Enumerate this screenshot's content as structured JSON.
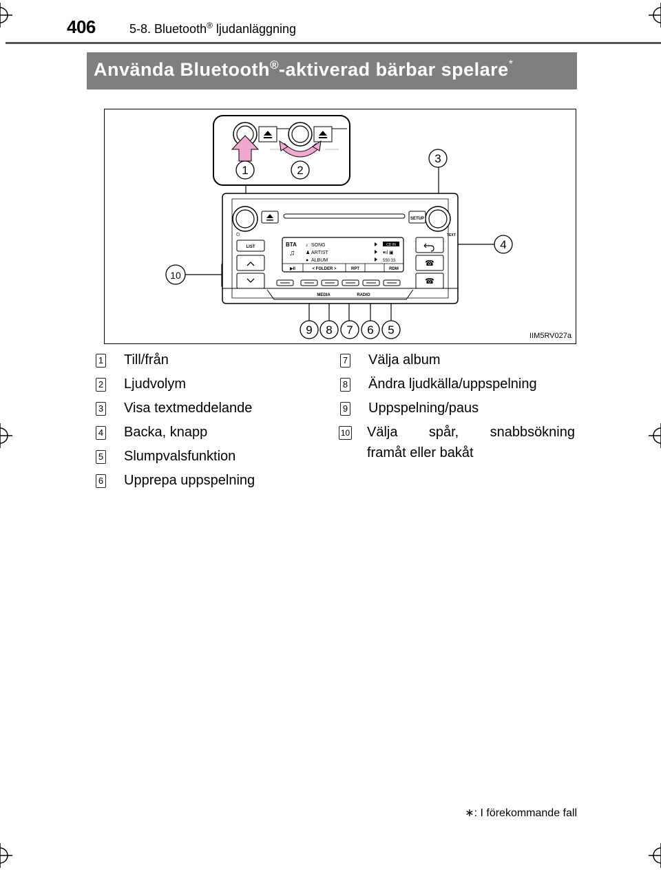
{
  "header": {
    "page_number": "406",
    "section_prefix": "5-8. Bluetooth",
    "section_reg": "®",
    "section_suffix": " ljudanläggning"
  },
  "banner": {
    "title_prefix": "Använda Bluetooth",
    "title_reg": "®",
    "title_suffix": "-aktiverad bärbar spelare",
    "title_mark": "*"
  },
  "figure": {
    "id": "IIM5RV027a",
    "callouts": [
      "1",
      "2",
      "3",
      "4",
      "5",
      "6",
      "7",
      "8",
      "9",
      "10"
    ],
    "radio": {
      "labels": {
        "list": "LIST",
        "setup": "SETUP",
        "text": "TEXT",
        "media": "MEDIA",
        "radio": "RADIO"
      },
      "screen": {
        "source": "BTA",
        "song": "SONG",
        "artist": "ARTIST",
        "album": "ALBUM",
        "badge": "CD IN",
        "time": "550:33",
        "soft_keys": [
          "▶II",
          "< FOLDER >",
          "RPT",
          "RDM"
        ]
      }
    }
  },
  "legend": {
    "left": [
      {
        "num": "1",
        "text": "Till/från"
      },
      {
        "num": "2",
        "text": "Ljudvolym"
      },
      {
        "num": "3",
        "text": "Visa textmeddelande"
      },
      {
        "num": "4",
        "text": "Backa, knapp"
      },
      {
        "num": "5",
        "text": "Slumpvalsfunktion"
      },
      {
        "num": "6",
        "text": "Upprepa uppspelning"
      }
    ],
    "right": [
      {
        "num": "7",
        "text": "Välja album"
      },
      {
        "num": "8",
        "text": "Ändra ljudkälla/uppspelning"
      },
      {
        "num": "9",
        "text": "Uppspelning/paus"
      },
      {
        "num": "10",
        "text_line1": "Välja spår, snabbsökning",
        "text_line2": "framåt eller bakåt"
      }
    ]
  },
  "footnote": "∗: I förekommande fall",
  "colors": {
    "banner_bg": "#7f7f7f",
    "arrow_pink": "#f0a8d0",
    "rule": "#555555"
  }
}
